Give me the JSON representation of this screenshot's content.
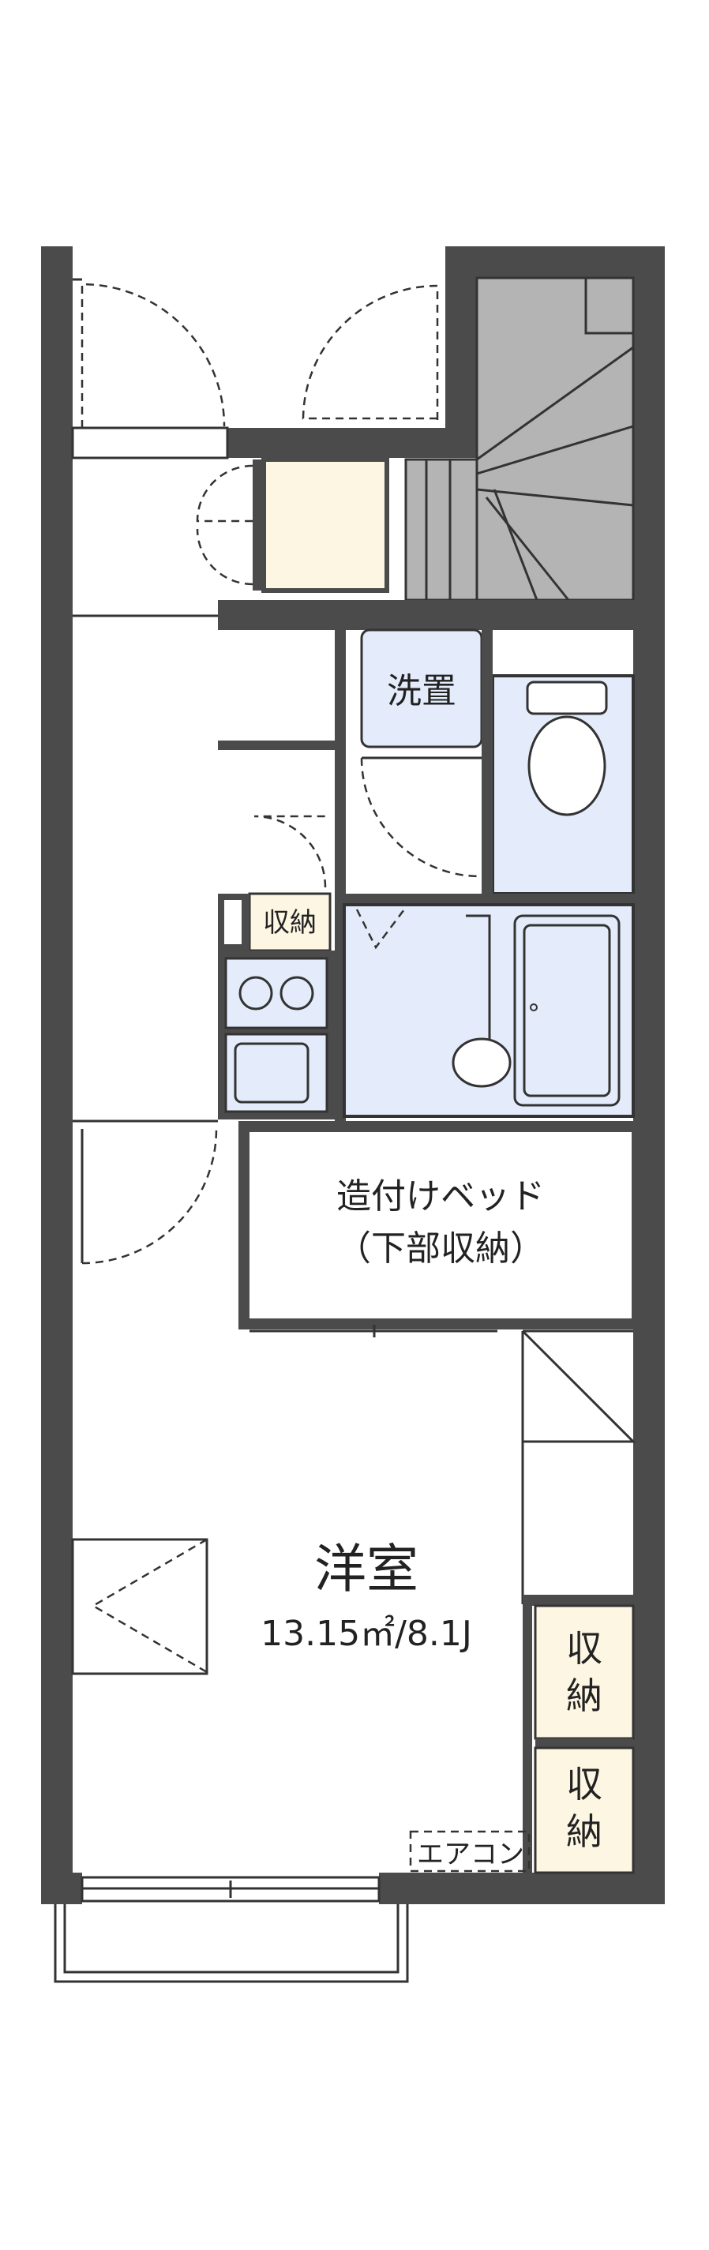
{
  "rooms": {
    "washer": "洗置",
    "storage_small": "収納",
    "bed_line1": "造付けベッド",
    "bed_line2": "（下部収納）",
    "main_room": "洋室",
    "main_room_size": "13.15㎡/8.1J",
    "closet1_top": "収",
    "closet1_bottom": "納",
    "closet2_top": "収",
    "closet2_bottom": "納",
    "aircon": "エアコン"
  },
  "colors": {
    "wall": "#4b4b4b",
    "wet_area": "#e4ecfb",
    "storage": "#fdf6e3",
    "stairs": "#b4b4b4",
    "line": "#333333"
  }
}
